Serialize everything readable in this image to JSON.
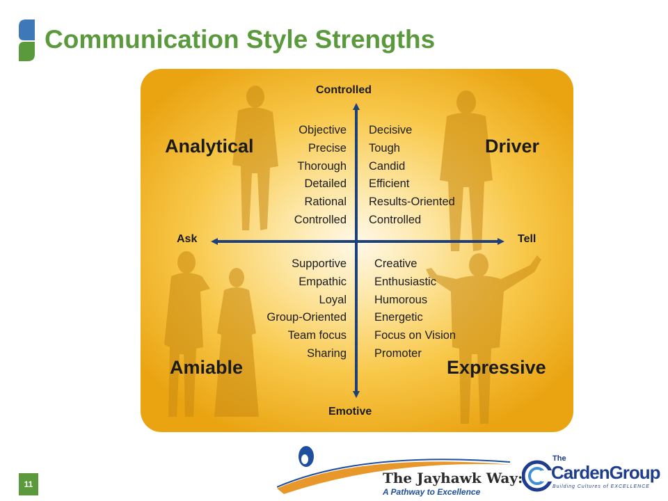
{
  "title": "Communication Style Strengths",
  "page_number": "11",
  "axes": {
    "top": "Controlled",
    "bottom": "Emotive",
    "left": "Ask",
    "right": "Tell"
  },
  "quadrants": {
    "top_left": {
      "name": "Analytical",
      "traits": [
        "Objective",
        "Precise",
        "Thorough",
        "Detailed",
        "Rational",
        "Controlled"
      ]
    },
    "top_right": {
      "name": "Driver",
      "traits": [
        "Decisive",
        "Tough",
        "Candid",
        "Efficient",
        "Results-Oriented",
        "Controlled"
      ]
    },
    "bottom_left": {
      "name": "Amiable",
      "traits": [
        "Supportive",
        "Empathic",
        "Loyal",
        "Group-Oriented",
        "Team focus",
        "Sharing"
      ]
    },
    "bottom_right": {
      "name": "Expressive",
      "traits": [
        "Creative",
        "Enthusiastic",
        "Humorous",
        "Energetic",
        "Focus on Vision",
        "Promoter"
      ]
    }
  },
  "logos": {
    "jayhawk": {
      "line1": "The Jayhawk Way:",
      "line2": "A Pathway to Excellence"
    },
    "carden": {
      "prefix": "The",
      "name": "CardenGroup",
      "tagline": "Building Cultures of EXCELLENCE"
    }
  },
  "colors": {
    "title_green": "#5a9a3c",
    "accent_blue": "#3f78b8",
    "arrow_navy": "#1d3f7a",
    "panel_gold": "#f8c84a"
  },
  "icons": [
    "silhouette-thinking-person",
    "silhouette-standing-man",
    "silhouette-talking-couple",
    "silhouette-cheering-man"
  ]
}
